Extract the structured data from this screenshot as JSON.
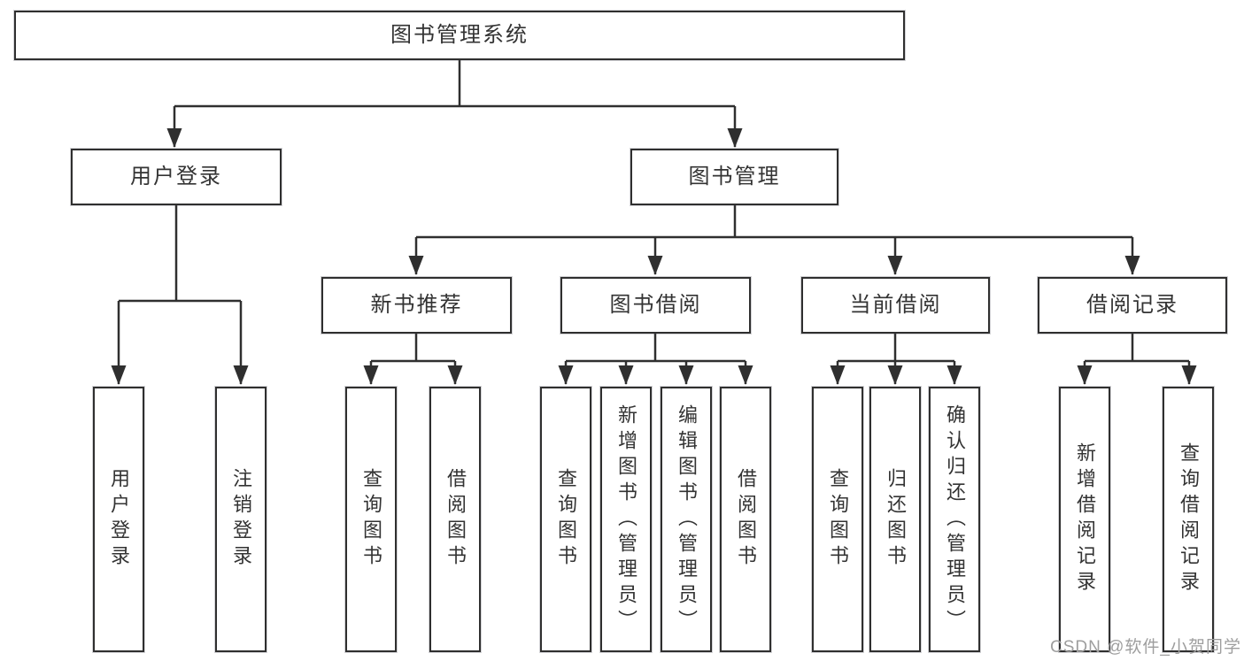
{
  "title": "图书管理系统",
  "watermark": "CSDN @软件_小贺同学",
  "colors": {
    "line": "#2f2f2f",
    "text": "#333333",
    "box_background": "#ffffff",
    "page_background": "#ffffff",
    "watermark": "#9e9e9e"
  },
  "nodes": [
    {
      "id": "root",
      "label": "图书管理系统",
      "level": 1,
      "parent": null
    },
    {
      "id": "user-login",
      "label": "用户登录",
      "level": 2,
      "parent": "root"
    },
    {
      "id": "book-management",
      "label": "图书管理",
      "level": 2,
      "parent": "root"
    },
    {
      "id": "new-book-recommend",
      "label": "新书推荐",
      "level": 3,
      "parent": "book-management"
    },
    {
      "id": "book-borrowing",
      "label": "图书借阅",
      "level": 3,
      "parent": "book-management"
    },
    {
      "id": "current-borrowing",
      "label": "当前借阅",
      "level": 3,
      "parent": "book-management"
    },
    {
      "id": "borrowing-records",
      "label": "借阅记录",
      "level": 3,
      "parent": "book-management"
    },
    {
      "id": "leaf-user-login",
      "label": "用户登录",
      "level": 4,
      "parent": "user-login"
    },
    {
      "id": "leaf-logout",
      "label": "注销登录",
      "level": 4,
      "parent": "user-login"
    },
    {
      "id": "leaf-query-books-1",
      "label": "查询图书",
      "level": 4,
      "parent": "new-book-recommend"
    },
    {
      "id": "leaf-borrow-books-1",
      "label": "借阅图书",
      "level": 4,
      "parent": "new-book-recommend"
    },
    {
      "id": "leaf-query-books-2",
      "label": "查询图书",
      "level": 4,
      "parent": "book-borrowing"
    },
    {
      "id": "leaf-add-books",
      "label": "新增图书（管理员）",
      "level": 4,
      "parent": "book-borrowing"
    },
    {
      "id": "leaf-edit-books",
      "label": "编辑图书（管理员）",
      "level": 4,
      "parent": "book-borrowing"
    },
    {
      "id": "leaf-borrow-books-2",
      "label": "借阅图书",
      "level": 4,
      "parent": "book-borrowing"
    },
    {
      "id": "leaf-query-books-3",
      "label": "查询图书",
      "level": 4,
      "parent": "current-borrowing"
    },
    {
      "id": "leaf-return-books",
      "label": "归还图书",
      "level": 4,
      "parent": "current-borrowing"
    },
    {
      "id": "leaf-confirm-return",
      "label": "确认归还（管理员）",
      "level": 4,
      "parent": "current-borrowing"
    },
    {
      "id": "leaf-add-borrow-record",
      "label": "新增借阅记录",
      "level": 4,
      "parent": "borrowing-records"
    },
    {
      "id": "leaf-query-borrow-record",
      "label": "查询借阅记录",
      "level": 4,
      "parent": "borrowing-records"
    }
  ]
}
